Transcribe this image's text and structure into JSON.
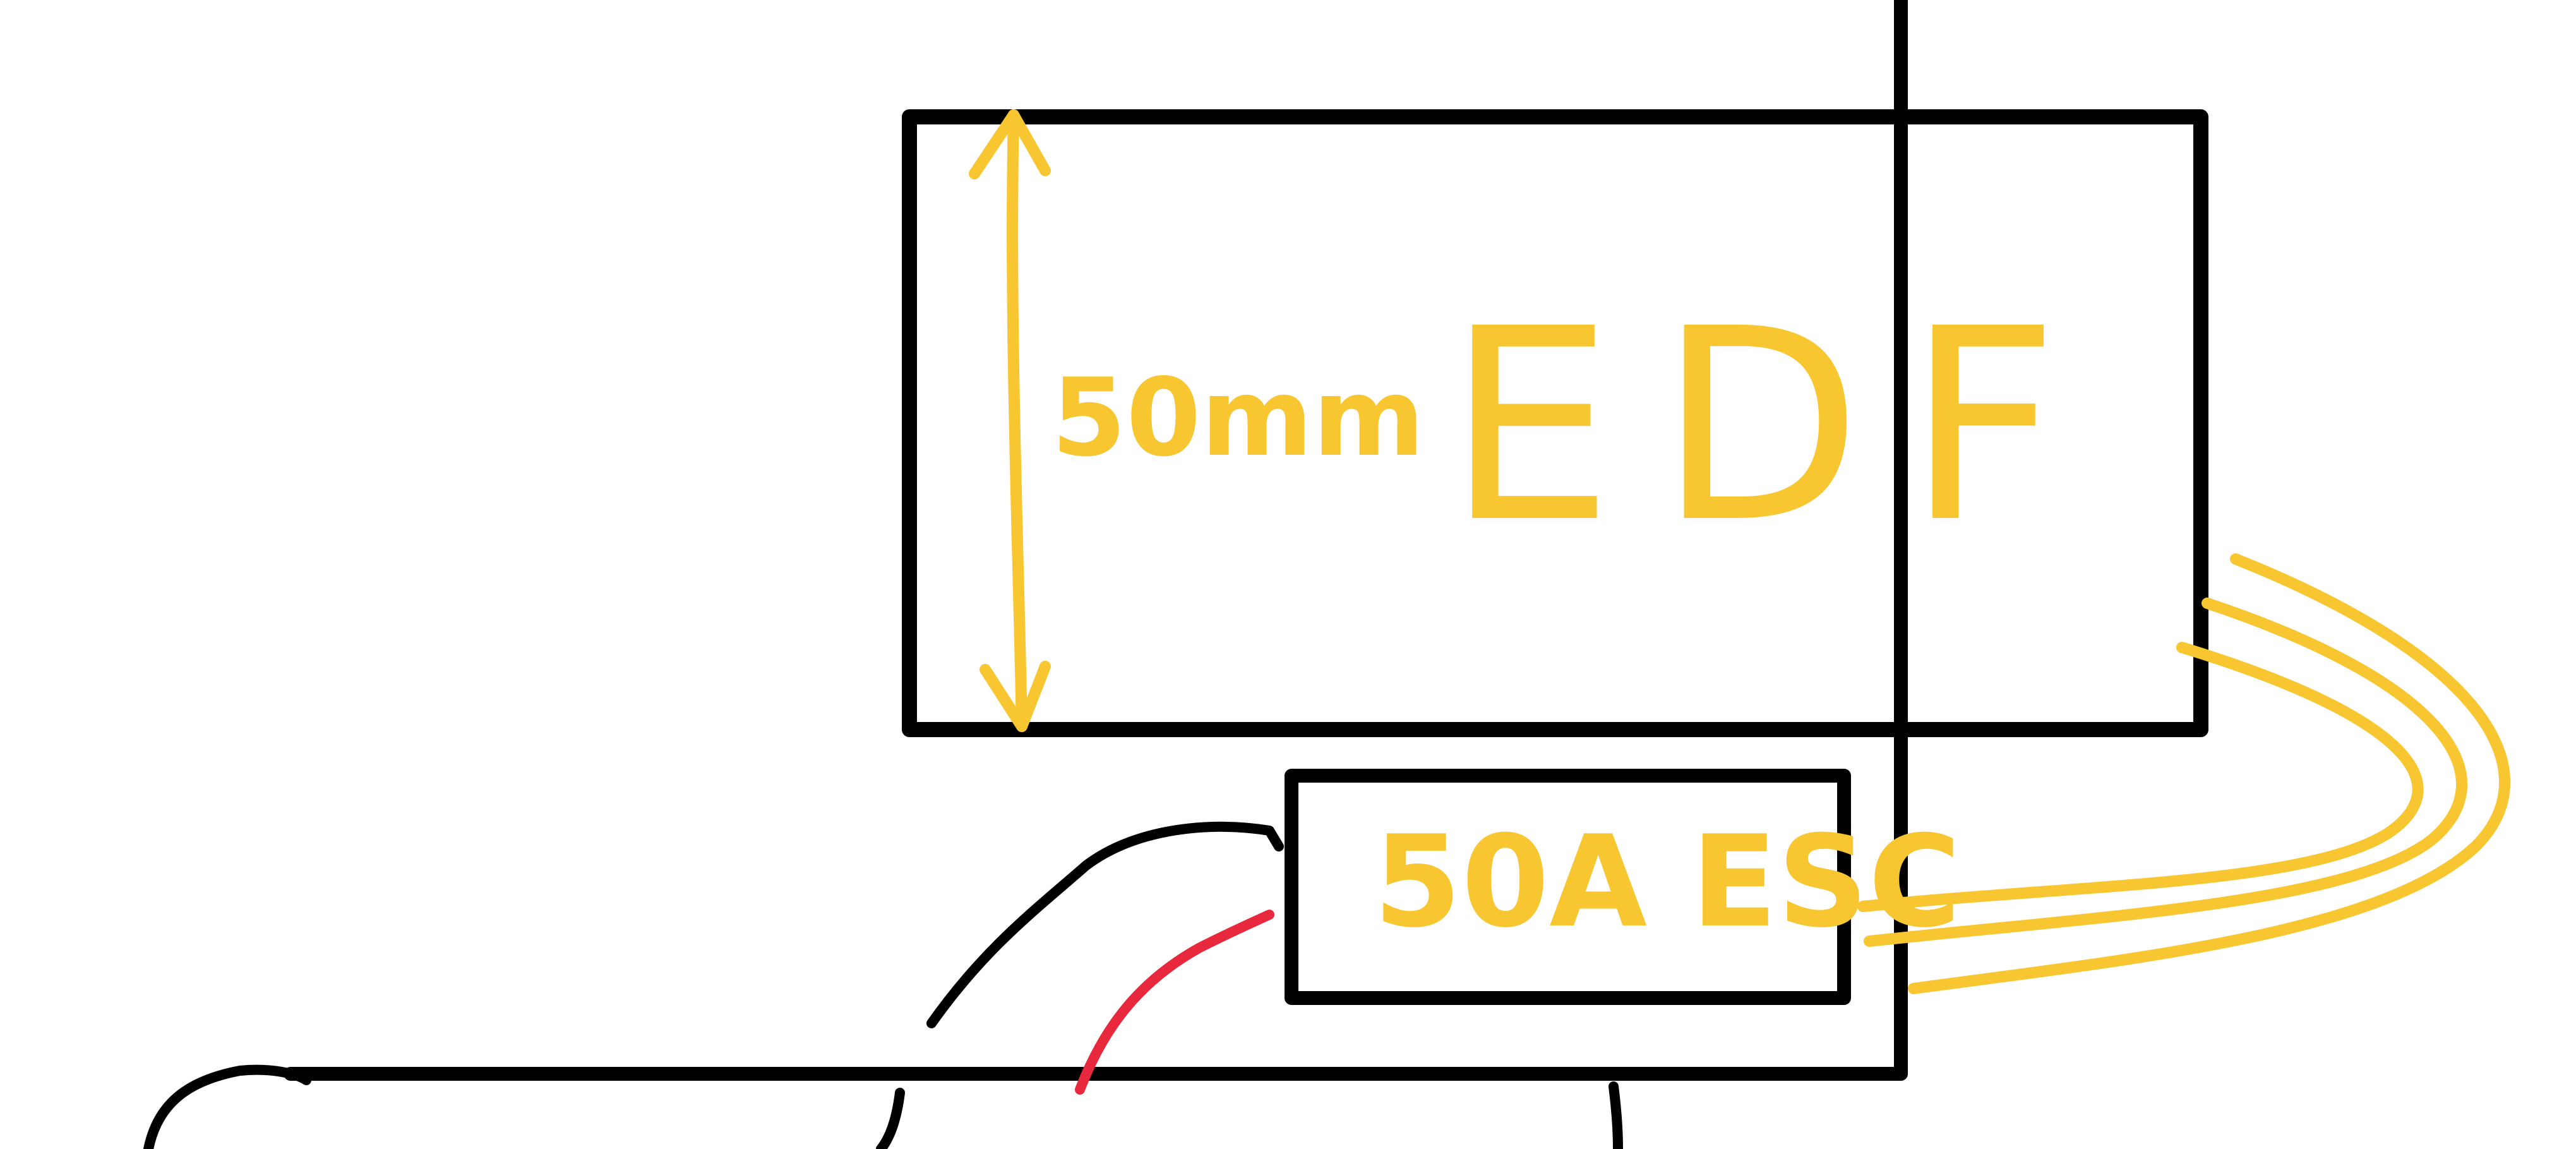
{
  "diagram": {
    "edf_label": "EDF",
    "dimension_label": "50mm",
    "esc_label": "50A ESC"
  },
  "colors": {
    "outline": "#000000",
    "annotation": "#f8c630",
    "red_wire": "#e8283c",
    "background": "#ffffff"
  }
}
